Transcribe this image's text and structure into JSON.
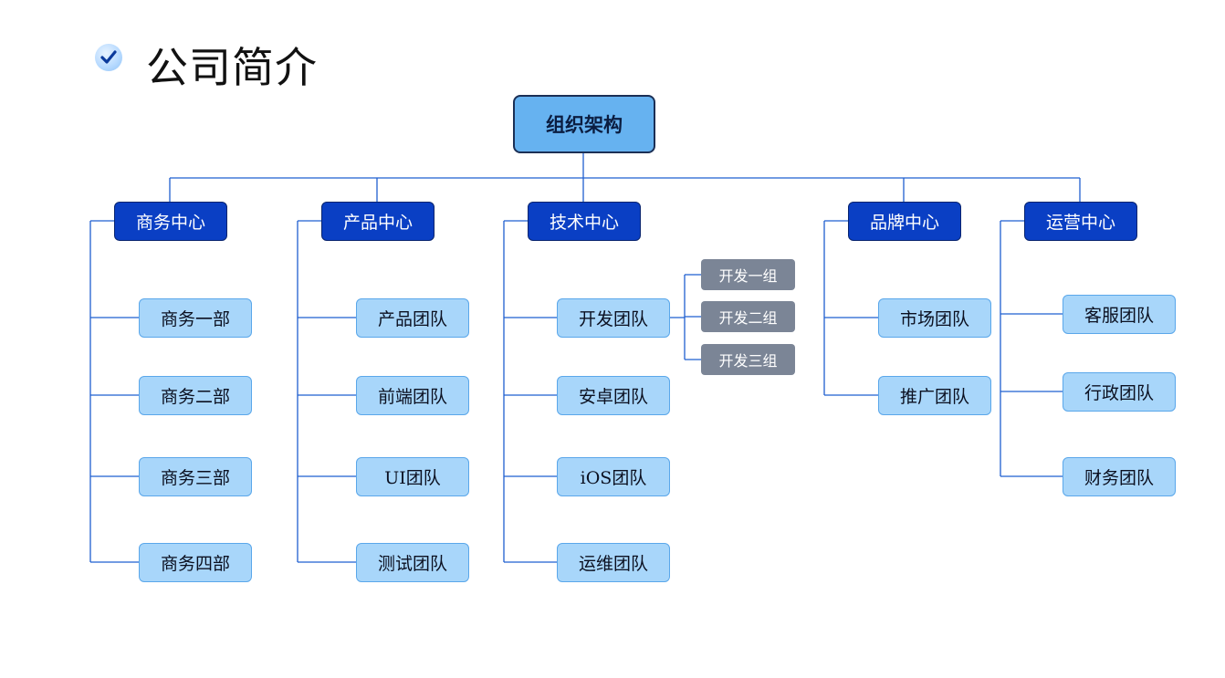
{
  "page": {
    "title": "公司简介"
  },
  "org": {
    "root": "组织架构",
    "centers": [
      {
        "label": "商务中心",
        "teams": [
          "商务一部",
          "商务二部",
          "商务三部",
          "商务四部"
        ]
      },
      {
        "label": "产品中心",
        "teams": [
          "产品团队",
          "前端团队",
          "UI团队",
          "测试团队"
        ]
      },
      {
        "label": "技术中心",
        "teams": [
          "开发团队",
          "安卓团队",
          "iOS团队",
          "运维团队"
        ]
      },
      {
        "label": "品牌中心",
        "teams": [
          "市场团队",
          "推广团队"
        ]
      },
      {
        "label": "运营中心",
        "teams": [
          "客服团队",
          "行政团队",
          "财务团队"
        ]
      }
    ],
    "dev_groups": [
      "开发一组",
      "开发二组",
      "开发三组"
    ]
  },
  "colors": {
    "root_fill": "#66b2f0",
    "center_fill": "#0a3fc4",
    "team_fill": "#a8d6fa",
    "group_fill": "#7b8596",
    "connector": "#1f5fd0"
  },
  "icons": {
    "title_bullet": "check-icon"
  }
}
